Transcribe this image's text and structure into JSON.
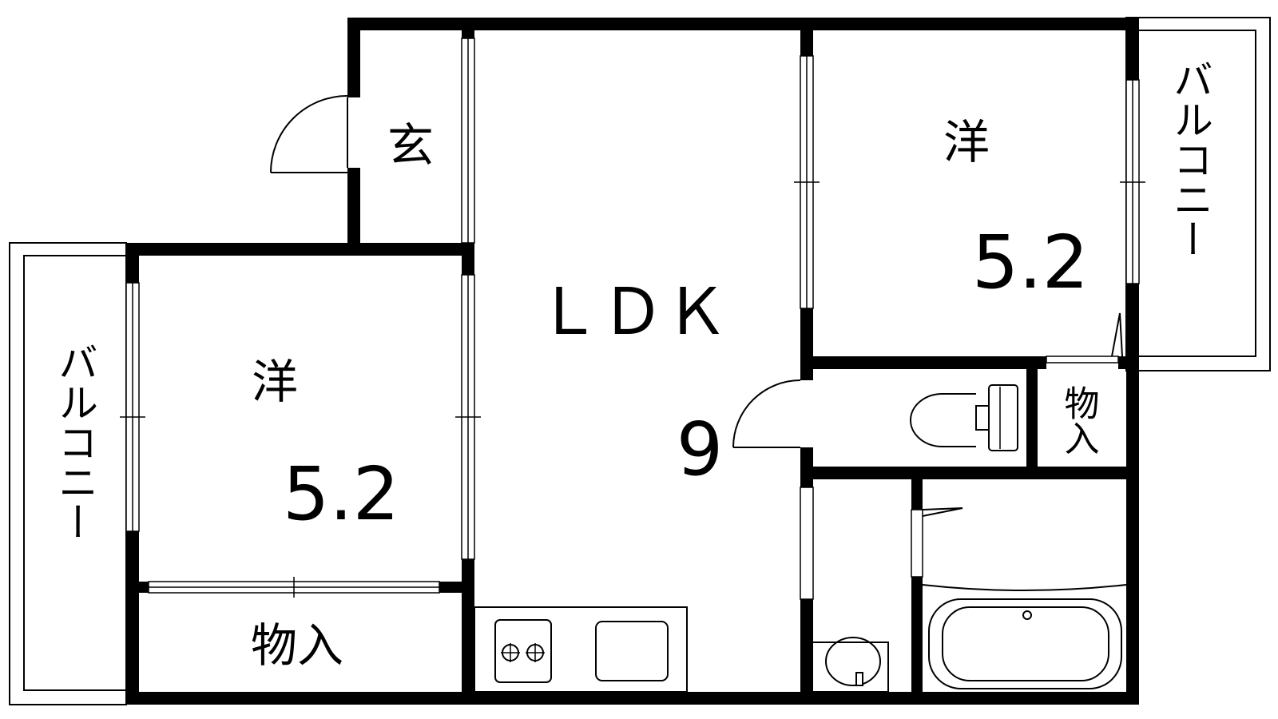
{
  "plan": {
    "rooms": {
      "genkan": {
        "label": "玄"
      },
      "ldk": {
        "label": "ＬＤＫ",
        "size": "9"
      },
      "western_left": {
        "label": "洋",
        "size": "5.2"
      },
      "western_right": {
        "label": "洋",
        "size": "5.2"
      },
      "closet_bottom": {
        "label": "物入"
      },
      "closet_toilet": {
        "label": "物入"
      }
    },
    "balconies": {
      "left": {
        "label": "バルコニー"
      },
      "right": {
        "label": "バルコニー"
      }
    }
  }
}
